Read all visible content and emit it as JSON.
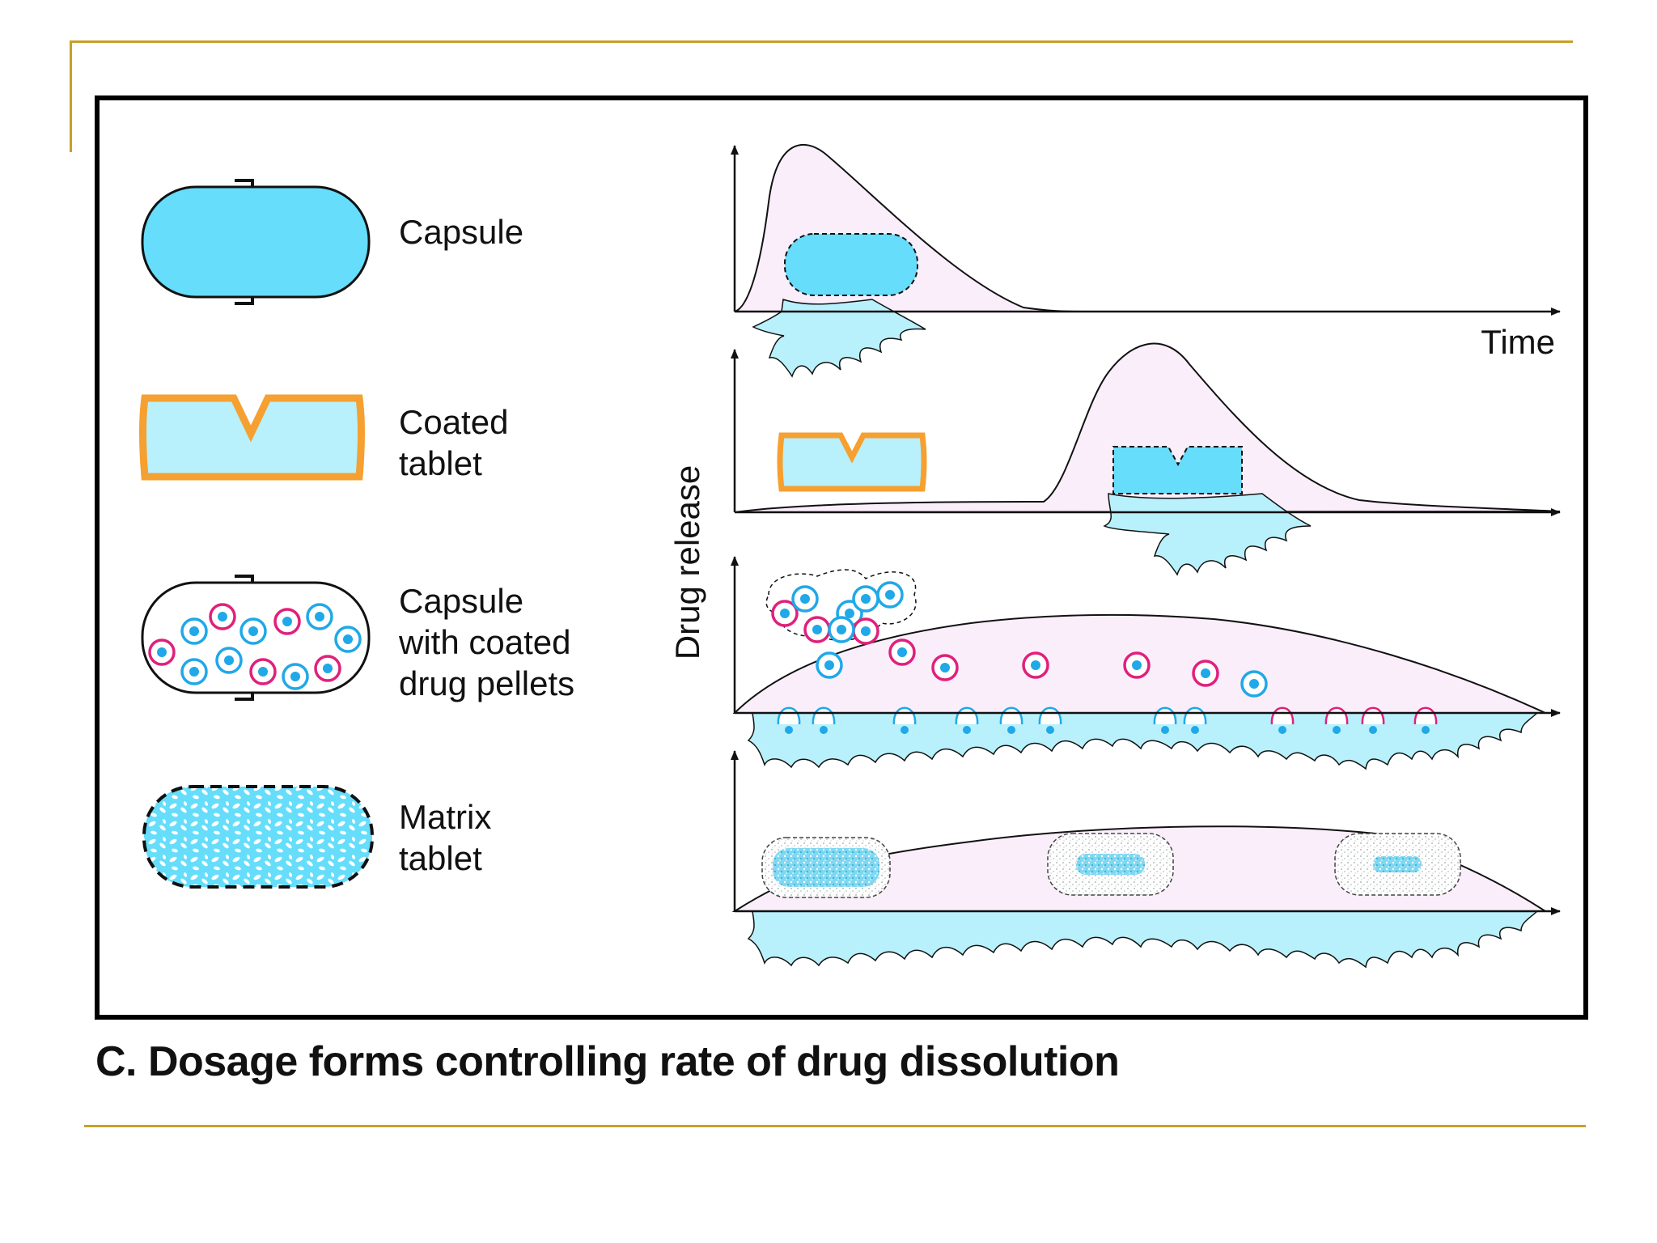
{
  "dosage_forms": [
    {
      "id": "capsule",
      "lines": [
        "Capsule"
      ]
    },
    {
      "id": "coated-tablet",
      "lines": [
        "Coated",
        "tablet"
      ]
    },
    {
      "id": "pellet-capsule",
      "lines": [
        "Capsule",
        "with coated",
        "drug pellets"
      ]
    },
    {
      "id": "matrix-tablet",
      "lines": [
        "Matrix",
        "tablet"
      ]
    }
  ],
  "axes": {
    "x_label": "Time",
    "y_label": "Drug release"
  },
  "caption": "C. Dosage forms controlling rate of drug dissolution",
  "colors": {
    "capsule_fill": "#66ddfa",
    "light_cyan": "#b8f0fb",
    "orange_coating": "#f5a030",
    "magenta_pellet": "#e0207a",
    "blue_pellet": "#20a8e8",
    "release_area": "#fbeefb",
    "slide_rule": "#c8a028",
    "frame": "#000000"
  }
}
